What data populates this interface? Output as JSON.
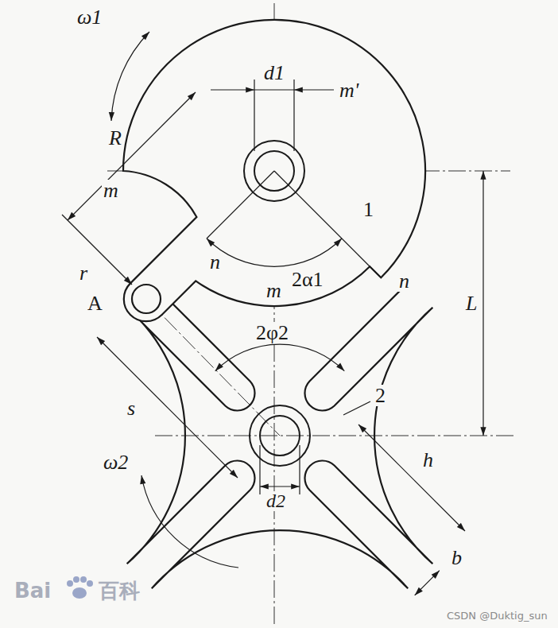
{
  "diagram": {
    "labels": [
      "ω1",
      "d1",
      "m'",
      "R",
      "m",
      "1",
      "r",
      "n",
      "2α1",
      "A",
      "m",
      "n",
      "2φ2",
      "L",
      "s",
      "2",
      "h",
      "ω2",
      "d2",
      "b",
      "Bai",
      "百科",
      "CSDN @Duktig_sun"
    ]
  }
}
